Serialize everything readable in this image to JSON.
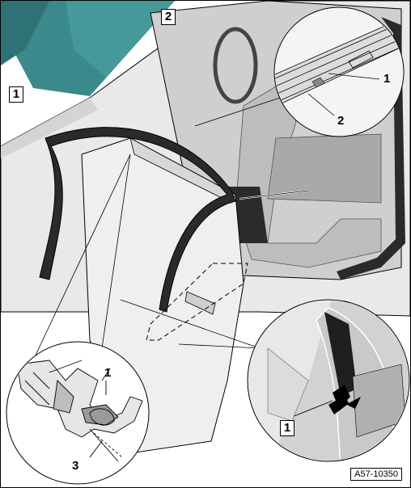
{
  "callouts": {
    "main_seal_left": "1",
    "main_seal_top": "2",
    "detail_top_1": "1",
    "detail_top_2": "2",
    "detail_left_1": "1",
    "detail_left_3": "3",
    "detail_right_1": "1"
  },
  "figure_code": "A57-10350",
  "colors": {
    "line": "#000000",
    "windshield": "#3a8a8c",
    "seal": "#2a2a2a",
    "shade_light": "#d9d9d9",
    "shade_mid": "#b5b5b5",
    "shade_dark": "#6e6e6e"
  }
}
